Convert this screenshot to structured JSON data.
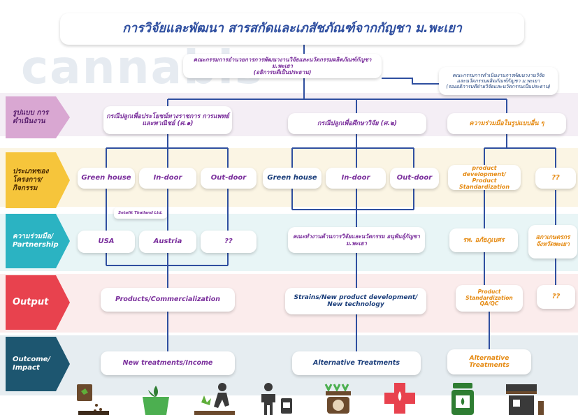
{
  "title": "การวิจัยและพัฒนา สารสกัดและเภสัชภัณฑ์จากกัญชา ม.พะเยา",
  "watermark": "cannabis",
  "committee_main": {
    "line1": "คณะกรรมการอำนวยการการพัฒนางานวิจัยและนวัตกรรมผลิตภัณฑ์กัญชา ม.พะเยา",
    "line2": "(อธิการบดีเป็นประธาน)"
  },
  "committee_sub": {
    "line1": "คณะกรรมการดำเนินงานการพัฒนางานวิจัย",
    "line2": "และนวัตกรรมผลิตภัณฑ์กัญชา ม.พะเยา",
    "line3": "(รองอธิการบดีฝ่ายวิจัยและนวัตกรรมเป็นประธาน)"
  },
  "rows": [
    {
      "label": "รูปแบบ การดำเนินงาน",
      "color": "#d9a7d2",
      "text_color": "#5a1f6e"
    },
    {
      "label": "ประเภทของ โครงการ/ กิจกรรม",
      "color": "#f6c53b",
      "text_color": "#4a2a00"
    },
    {
      "label": "ความร่วมมือ/ Partnership",
      "color": "#2bb3c2",
      "text_color": "#ffffff"
    },
    {
      "label": "Output",
      "color": "#e8424e",
      "text_color": "#ffffff"
    },
    {
      "label": "Outcome/ Impact",
      "color": "#1d5670",
      "text_color": "#ffffff"
    }
  ],
  "modes": {
    "m1": "กรณีปลูกเพื่อประโยชน์ทางราชการ การแพทย์และพาณิชย์ (ศ.๑)",
    "m2": "กรณีปลูกเพื่อศึกษาวิจัย (ศ.๒)",
    "m3": "ความร่วมมือในรูปแบบอื่น ๆ"
  },
  "types": {
    "g1": "Green house",
    "i1": "In-door",
    "o1": "Out-door",
    "g2": "Green house",
    "i2": "In-door",
    "o2": "Out-door",
    "pd": "product development/ Product Standardization",
    "q1": "??"
  },
  "setafit": "Setafit Thailand Ltd.",
  "partners": {
    "usa": "USA",
    "austria": "Austria",
    "q2": "??",
    "working_group": "คณะทำงานด้านการวิจัยและนวัตกรรม อนุพันธุ์กัญชา ม.พะเยา",
    "hospital": "รพ. อภัยภูเบศร",
    "agri": "สภาเกษตรกร จังหวัดพะเยา"
  },
  "outputs": {
    "o1": "Products/Commercialization",
    "o2": "Strains/New product development/ New technology",
    "o3": "Product Standardization QA/QC",
    "o4": "??"
  },
  "outcomes": {
    "c1": "New treatments/Income",
    "c2": "Alternative Treatments",
    "c3": "Alternative Treatments"
  },
  "icons": [
    "seeding-icon",
    "plant-bag-icon",
    "farmer-planting-icon",
    "person-product-icon",
    "scale-plants-icon",
    "medical-cross-leaf-icon",
    "jar-leaf-icon",
    "shop-store-icon"
  ],
  "colors": {
    "line": "#2f4fa0",
    "purple": "#7a2f9c",
    "orange": "#e58a12",
    "navy": "#1a3d7a"
  }
}
